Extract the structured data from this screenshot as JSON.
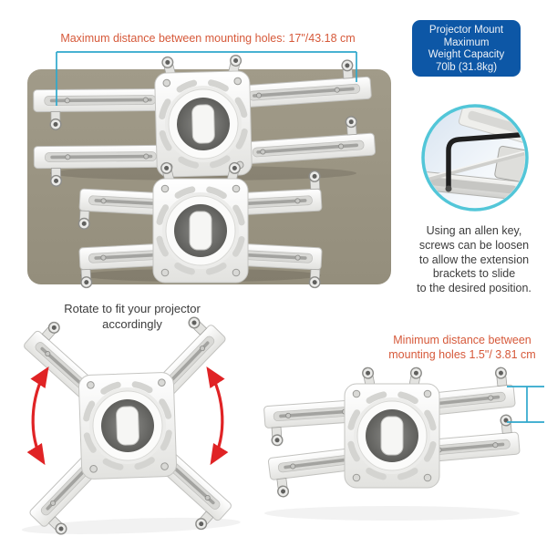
{
  "annotations": {
    "max_distance_note": "Maximum distance between mounting holes: 17\"/43.18 cm",
    "rotate_note": {
      "line1": "Rotate to fit your projector",
      "line2": "accordingly"
    },
    "min_distance_note": {
      "line1": "Minimum distance between",
      "line2": "mounting holes 1.5\"/ 3.81 cm"
    },
    "allen_key_note": {
      "line1": "Using an allen key,",
      "line2": "screws can be loosen",
      "line3": "to allow the extension",
      "line4": "brackets to slide",
      "line5": "to the desired position."
    }
  },
  "capacity_badge": {
    "line1": "Projector Mount",
    "line2": "Maximum",
    "line3": "Weight Capacity",
    "line4": "70lb (31.8kg)"
  },
  "measurements": {
    "max_distance_value": "17\"/43.18 cm",
    "min_distance_value": "1.5\"/ 3.81 cm",
    "weight_capacity_value": "70lb (31.8kg)"
  },
  "colors": {
    "annotation_orange": "#d6593a",
    "measure_blue": "#2fa8cc",
    "badge_blue": "#0d57a6",
    "inset_ring_teal": "#52c6d8",
    "rotate_arrow_red": "#e02325",
    "panel_gray": "#9a9480",
    "body_text": "#3c3c3c"
  },
  "icons": {
    "allen_key": "allen-key-icon",
    "rotate_arrows": "curved-double-arrow-icon",
    "measure_lines": "dimension-line-icon"
  }
}
